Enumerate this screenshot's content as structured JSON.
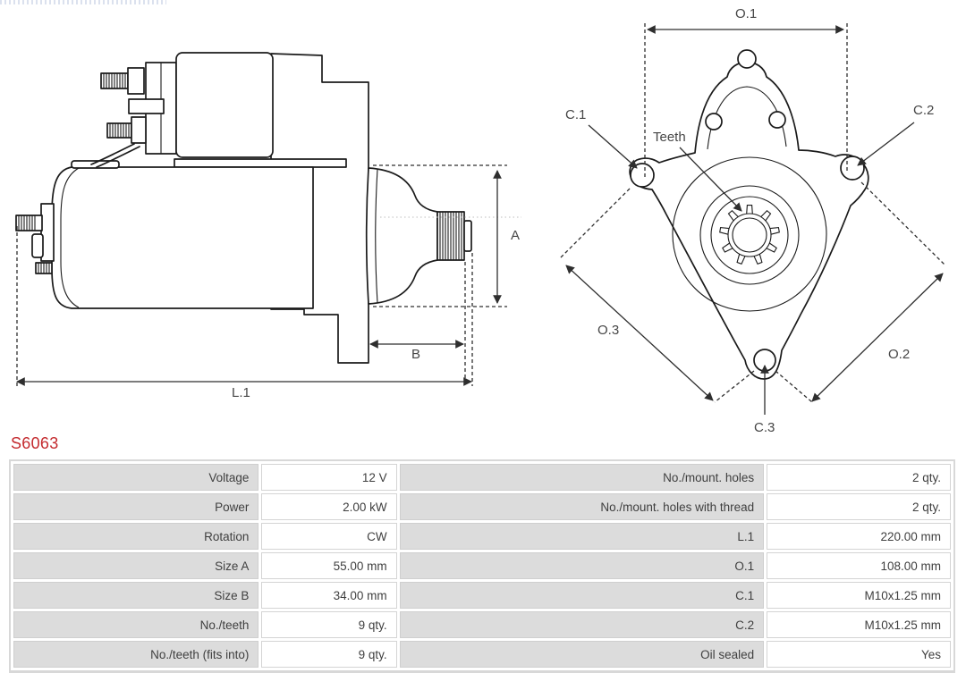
{
  "part_number": "S6063",
  "accent_color": "#c42b2f",
  "diagram": {
    "side_view": {
      "labels": {
        "A": "A",
        "B": "B",
        "L1": "L.1"
      }
    },
    "front_view": {
      "labels": {
        "O1": "O.1",
        "O2": "O.2",
        "O3": "O.3",
        "C1": "C.1",
        "C2": "C.2",
        "C3": "C.3",
        "teeth": "Teeth"
      }
    }
  },
  "spec_table": {
    "rows": [
      {
        "left_label": "Voltage",
        "left_value": "12 V",
        "right_label": "No./mount. holes",
        "right_value": "2 qty."
      },
      {
        "left_label": "Power",
        "left_value": "2.00 kW",
        "right_label": "No./mount. holes with thread",
        "right_value": "2 qty."
      },
      {
        "left_label": "Rotation",
        "left_value": "CW",
        "right_label": "L.1",
        "right_value": "220.00 mm"
      },
      {
        "left_label": "Size A",
        "left_value": "55.00 mm",
        "right_label": "O.1",
        "right_value": "108.00 mm"
      },
      {
        "left_label": "Size B",
        "left_value": "34.00 mm",
        "right_label": "C.1",
        "right_value": "M10x1.25 mm"
      },
      {
        "left_label": "No./teeth",
        "left_value": "9 qty.",
        "right_label": "C.2",
        "right_value": "M10x1.25 mm"
      },
      {
        "left_label": "No./teeth (fits into)",
        "left_value": "9 qty.",
        "right_label": "Oil sealed",
        "right_value": "Yes"
      }
    ]
  }
}
